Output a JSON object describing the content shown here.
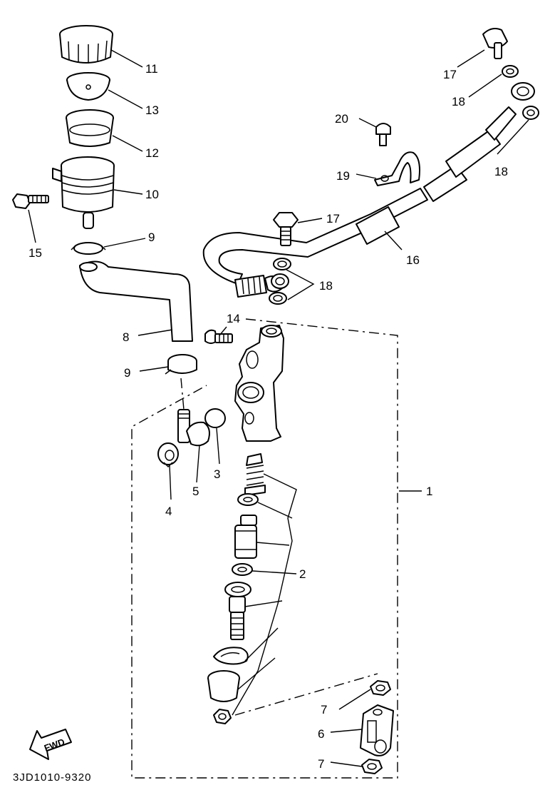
{
  "callouts": {
    "c1": "1",
    "c2": "2",
    "c3": "3",
    "c4": "4",
    "c5": "5",
    "c6": "6",
    "c7a": "7",
    "c7b": "7",
    "c8": "8",
    "c9a": "9",
    "c9b": "9",
    "c10": "10",
    "c11": "11",
    "c12": "12",
    "c13": "13",
    "c14": "14",
    "c15": "15",
    "c16": "16",
    "c17a": "17",
    "c17b": "17",
    "c18a": "18",
    "c18b": "18",
    "c18c": "18",
    "c19": "19",
    "c20": "20"
  },
  "fwd_label": "FWD",
  "diagram_code": "3JD1010-9320"
}
